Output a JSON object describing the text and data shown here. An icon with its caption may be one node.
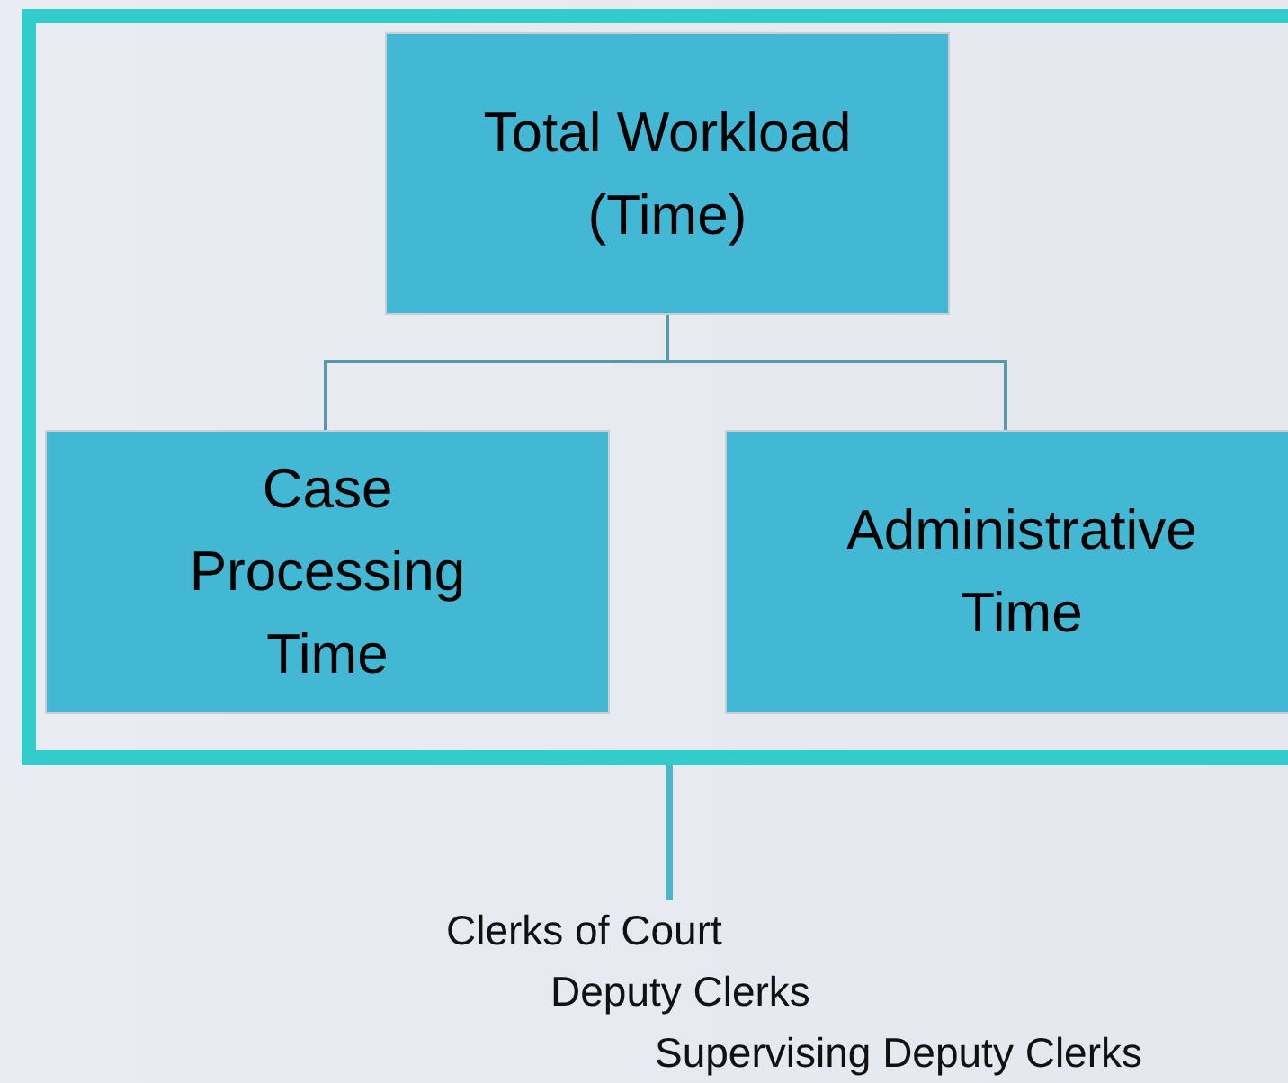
{
  "diagram": {
    "nodes": [
      {
        "text": [],
        "shape": "box"
      },
      {
        "text": [
          "Total Workload (Time)"
        ],
        "in": 0
      },
      {
        "text": [
          "Case Processing Time"
        ],
        "in": 0
      },
      {
        "text": [
          "Administrative Time"
        ],
        "in": 0
      },
      {
        "text": [
          "Clerks of Court",
          "Deputy Clerks",
          "Supervising Deputy Clerks"
        ]
      }
    ],
    "edges": [
      {
        "from": 1,
        "to": 2,
        "arrow": "none"
      },
      {
        "from": 1,
        "to": 3,
        "arrow": "none"
      },
      {
        "from": 0,
        "to": 4,
        "arrow": "none",
        "style": "thick",
        "color": "#4fb3cc"
      }
    ]
  }
}
